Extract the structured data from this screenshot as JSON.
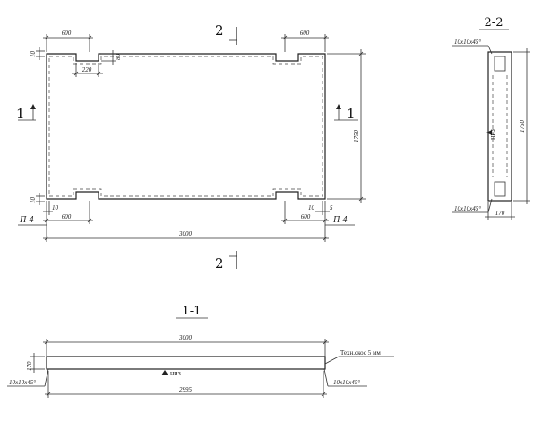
{
  "plan": {
    "dims": {
      "notch_width_left": "600",
      "notch_width_right": "600",
      "notch_depth": "80",
      "notch_gap": "220",
      "edge_top": "10",
      "edge_bottom": "10",
      "height": "1750",
      "bottom_left_offset": "10",
      "bottom_notch_left": "600",
      "bottom_notch_right": "600",
      "bottom_right_offset": "10",
      "bottom_right_five": "5",
      "total_length": "3000"
    },
    "marks": {
      "left_panel": "П-4",
      "right_panel": "П-4"
    },
    "section_markers": {
      "top_2": "2",
      "bottom_2": "2",
      "left_1": "1",
      "right_1": "1"
    }
  },
  "section_2_2": {
    "title": "2-2",
    "chamfer_top": "10x10x45°",
    "chamfer_bottom": "10x10x45°",
    "height": "1750",
    "thickness": "170",
    "bottom_label": "низ"
  },
  "section_1_1": {
    "title": "1-1",
    "top_length": "3000",
    "bottom_length": "2995",
    "thickness": "170",
    "chamfer_left": "10x10x45°",
    "chamfer_right": "10x10x45°",
    "tech_chamfer": "Техн.скос 5 мм",
    "bottom_label": "низ"
  }
}
